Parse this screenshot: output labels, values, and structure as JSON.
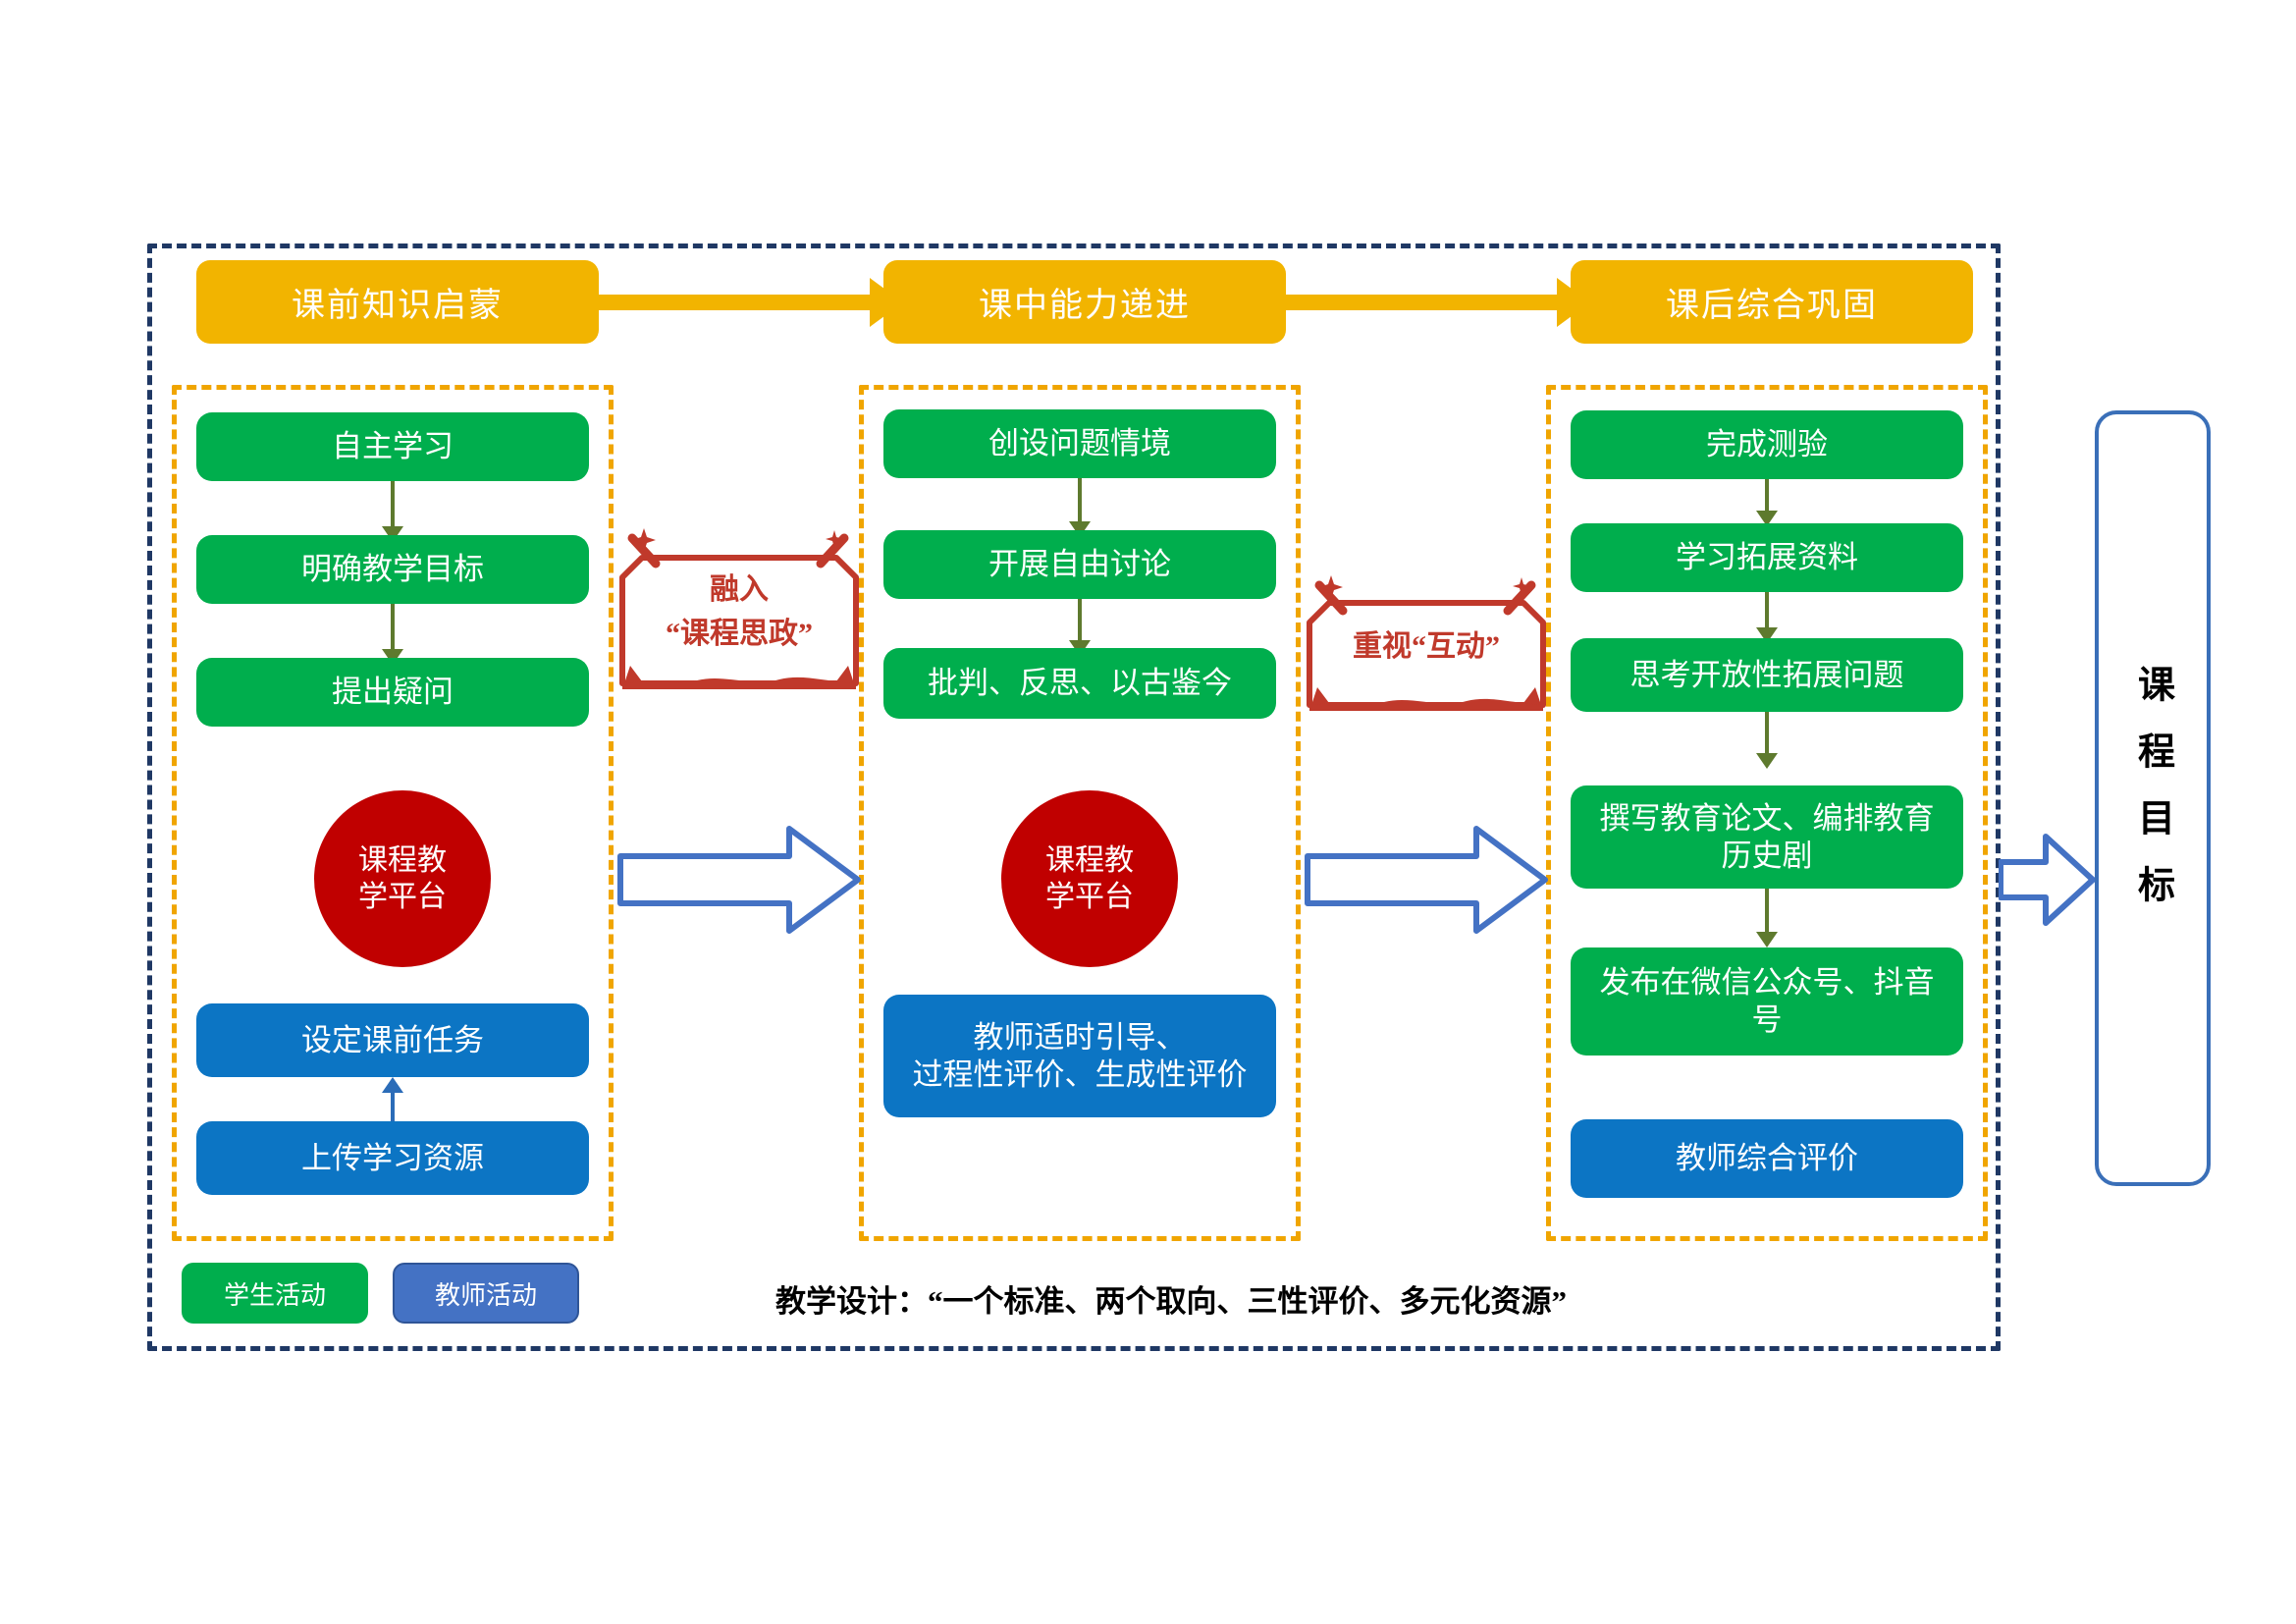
{
  "diagram": {
    "title_caption": "教学设计：“一个标准、两个取向、三性评价、多元化资源”",
    "stages": [
      {
        "id": "pre-class",
        "header": "课前知识启蒙",
        "student_activities": [
          "自主学习",
          "明确教学目标",
          "提出疑问"
        ],
        "platform": "课程教\n学平台",
        "platform_line1": "课程教",
        "platform_line2": "学平台",
        "teacher_activities": [
          "设定课前任务",
          "上传学习资源"
        ]
      },
      {
        "id": "in-class",
        "header": "课中能力递进",
        "student_activities": [
          "创设问题情境",
          "开展自由讨论",
          "批判、反思、以古鉴今"
        ],
        "platform_line1": "课程教",
        "platform_line2": "学平台",
        "teacher_activities": [
          "教师适时引导、\n过程性评价、生成性评价"
        ],
        "teacher_line1": "教师适时引导、",
        "teacher_line2": "过程性评价、生成性评价"
      },
      {
        "id": "post-class",
        "header": "课后综合巩固",
        "student_activities": [
          "完成测验",
          "学习拓展资料",
          "思考开放性拓展问题",
          "撰写教育论文、编排教育历史剧",
          "发布在微信公众号、抖音号"
        ],
        "post_box4_line1": "撰写教育论文、编排教育",
        "post_box4_line2": "历史剧",
        "post_box5_line1": "发布在微信公众号、抖音",
        "post_box5_line2": "号",
        "teacher_activities": [
          "教师综合评价"
        ]
      }
    ],
    "callouts": [
      {
        "id": "ideology",
        "line1": "融入",
        "line2": "“课程思政”"
      },
      {
        "id": "interaction",
        "line1": "重视“互动”",
        "line2": ""
      }
    ],
    "goal": {
      "label": "课程目标"
    },
    "legend": [
      {
        "label": "学生活动",
        "color": "#00AE4D"
      },
      {
        "label": "教师活动",
        "color": "#4472C4"
      }
    ],
    "colors": {
      "header_orange": "#F2B400",
      "student_green": "#00AE4D",
      "teacher_blue": "#0C75C4",
      "platform_red": "#C00000",
      "callout_red": "#C0392B",
      "frame_navy": "#1F3864",
      "stage_dash_orange": "#F0A500",
      "goal_blue": "#3A6FB8",
      "arrow_green": "#5E7A2E"
    }
  }
}
